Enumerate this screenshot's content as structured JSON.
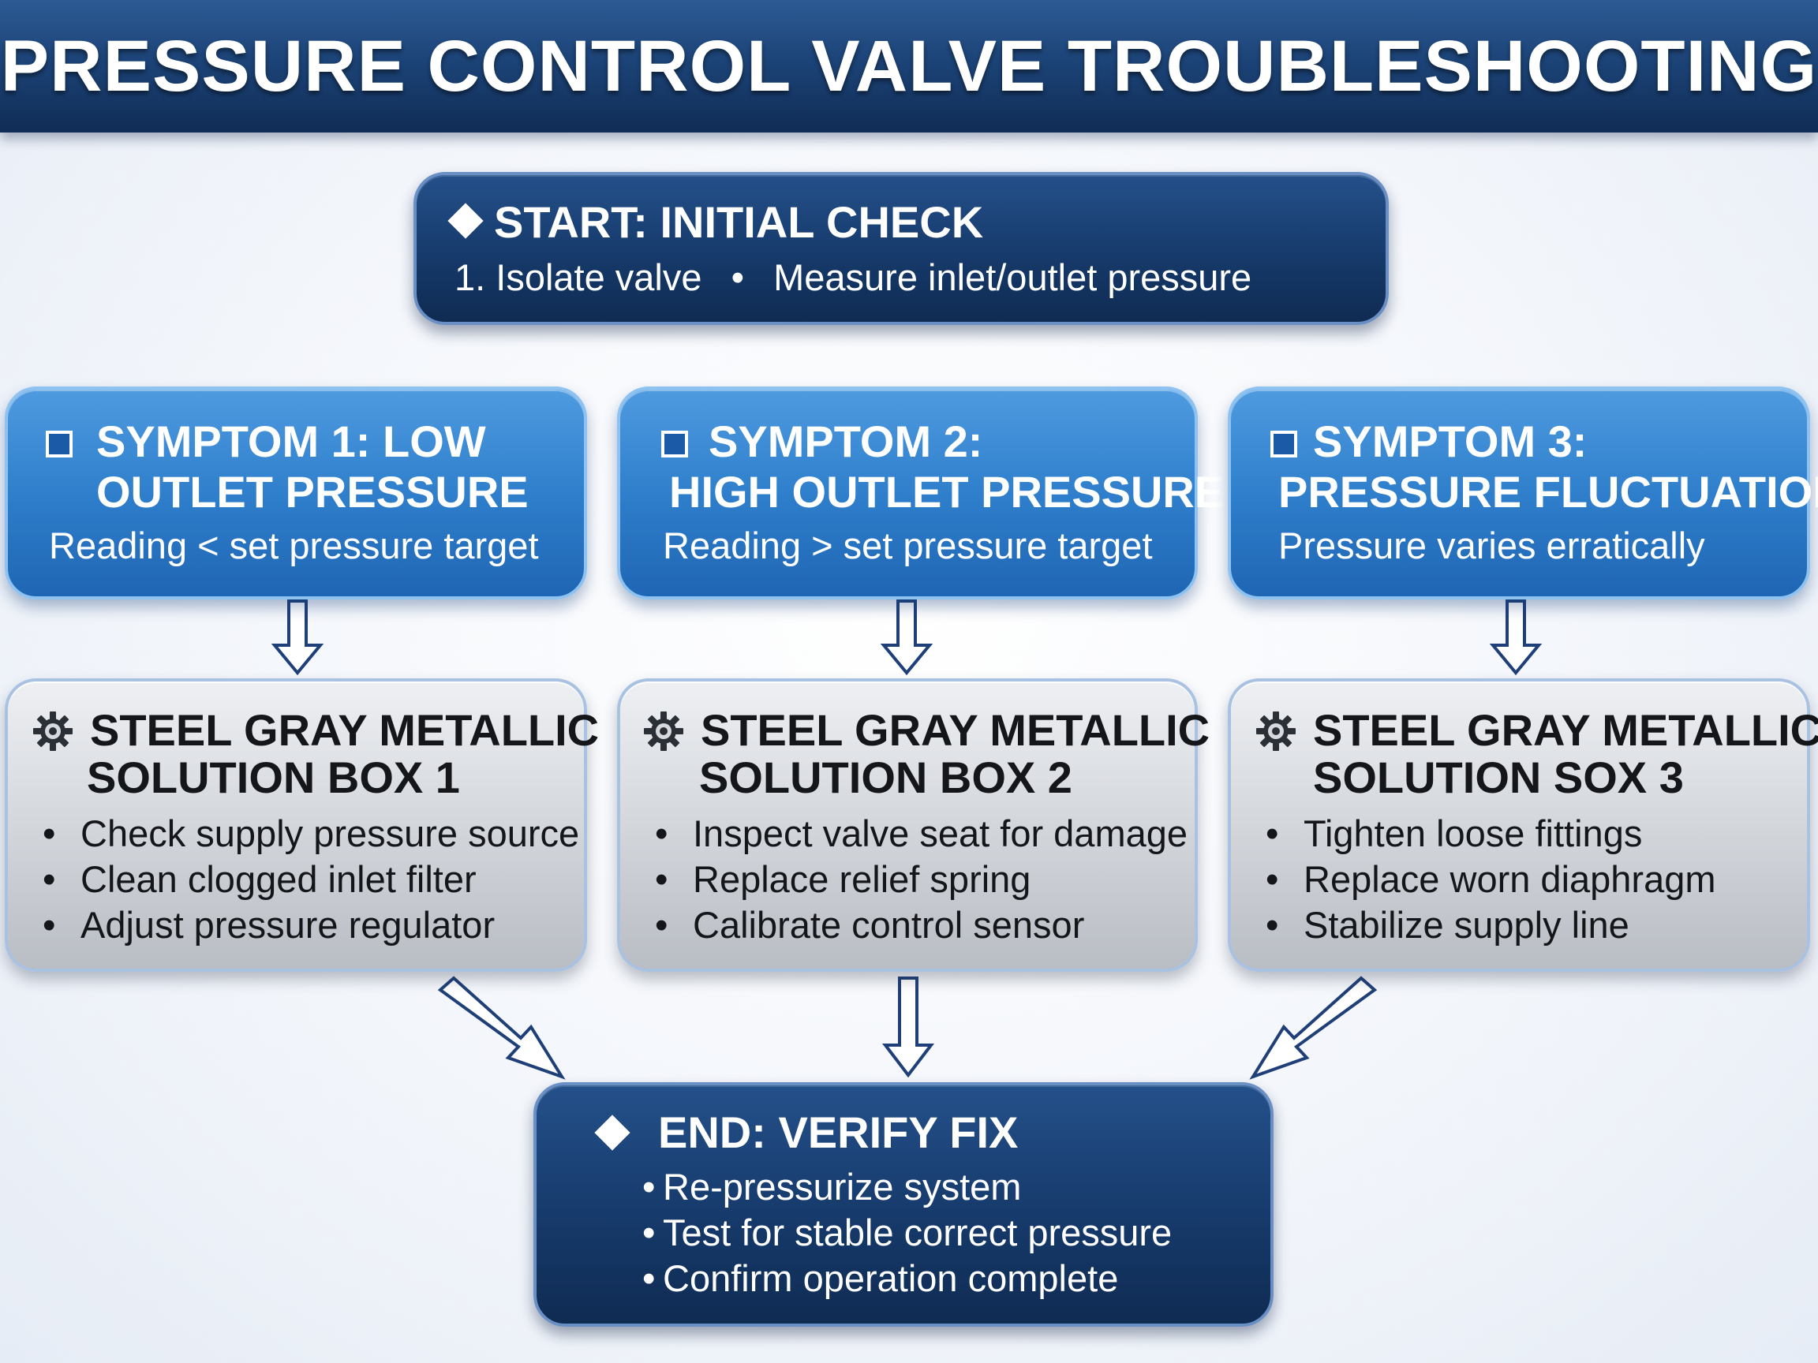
{
  "title": "PRESSURE CONTROL VALVE TROUBLESHOOTING",
  "start": {
    "heading": "START: INITIAL CHECK",
    "step1": "1. Isolate valve",
    "separator": "•",
    "step2": "Measure inlet/outlet pressure",
    "icon": "diamond-icon"
  },
  "symptoms": [
    {
      "line1": "SYMPTOM 1: LOW",
      "line2": "OUTLET PRESSURE",
      "detail": "Reading < set pressure target",
      "icon": "square-icon"
    },
    {
      "line1": "SYMPTOM 2:",
      "line2": "HIGH OUTLET PRESSURE",
      "detail": "Reading > set pressure target",
      "icon": "square-icon"
    },
    {
      "line1": "SYMPTOM 3:",
      "line2": "PRESSURE FLUCTUATIONS",
      "detail": "Pressure varies erratically",
      "icon": "square-icon"
    }
  ],
  "solutions": [
    {
      "line1": "STEEL GRAY METALLIC",
      "line2": "SOLUTION BOX 1",
      "items": [
        "Check supply pressure source",
        "Clean clogged inlet filter",
        "Adjust pressure regulator"
      ],
      "icon": "gear-icon"
    },
    {
      "line1": "STEEL GRAY METALLIC",
      "line2": "SOLUTION BOX 2",
      "items": [
        "Inspect valve seat for damage",
        "Replace relief spring",
        "Calibrate control sensor"
      ],
      "icon": "gear-icon"
    },
    {
      "line1": "STEEL GRAY METALLIC",
      "line2": "SOLUTION SOX 3",
      "items": [
        "Tighten loose fittings",
        "Replace worn diaphragm",
        "Stabilize supply line"
      ],
      "icon": "gear-icon"
    }
  ],
  "end": {
    "heading": "END: VERIFY FIX",
    "items": [
      "Re-pressurize system",
      "Test for stable correct pressure",
      "Confirm operation complete"
    ],
    "icon": "diamond-icon"
  },
  "colors": {
    "navy": "#163a6b",
    "accent_blue": "#2f7fcc",
    "steel_gray": "#d6d9de",
    "arrow": "#1f3f78"
  }
}
